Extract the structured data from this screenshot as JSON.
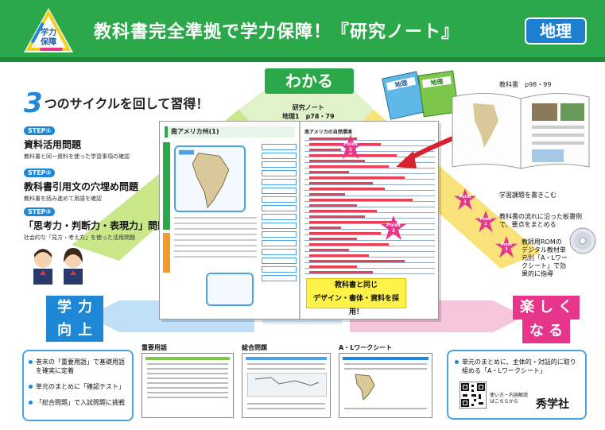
{
  "header": {
    "logo_text": [
      "学力",
      "保障"
    ],
    "title": "教科書完全準拠で学力保障！『研究ノート』",
    "subject": "地理"
  },
  "cycle": {
    "top_label": "わかる",
    "left_label": [
      "学力",
      "向上"
    ],
    "right_label": [
      "楽しく",
      "なる"
    ],
    "heading_number": "3",
    "heading_text": "つのサイクルを回して習得！"
  },
  "steps": [
    {
      "tag": "STEP①",
      "title": "資料活用問題",
      "desc": "教科書と同一資料を使った学習事項の確認"
    },
    {
      "tag": "STEP②",
      "title": "教科書引用文の穴埋め問題",
      "desc": "教科書を読み進めて用語を確認"
    },
    {
      "tag": "STEP③",
      "title": "「思考力・判断力・表現力」問題",
      "desc": "社会的な「見方・考え方」を使った活用問題"
    }
  ],
  "spread": {
    "ref_title": "研究ノート",
    "ref_pages": "地理1　p78・79",
    "left_header": "南アメリカ州(1)",
    "right_header": "南アメリカの自然環境",
    "same_design": [
      "教科書と同じ",
      "デザイン・書体・資料を採用！"
    ],
    "point1": [
      "Point",
      "1"
    ],
    "point2": [
      "Point",
      "2"
    ]
  },
  "textbook": {
    "label": "教科書　p98・99",
    "cover_title": "地理"
  },
  "points": [
    {
      "star": [
        "Point",
        "1"
      ],
      "text": "学習課題を書きこむ"
    },
    {
      "star": [
        "Point",
        "2"
      ],
      "text": "教科書の流れに沿った板書例で、要点をまとめる"
    },
    {
      "star": [
        "Point",
        "3"
      ],
      "text": "教師用ROMのデジタル教材単元別「A・Lワークシート」で効果的に指導"
    }
  ],
  "bottom": {
    "bullets": [
      "巻末の「重要用語」で基礎用語を確実に定着",
      "単元のまとめに「確認テスト」",
      "「総合問題」で入試問題に挑戦"
    ],
    "thumb_labels": [
      "重要用語",
      "総合問題",
      "A・Lワークシート"
    ],
    "right_text": "単元のまとめに、主体的・対話的に取り組める「A・Lワークシート」",
    "qr_note": [
      "使い方・内容解説",
      "はこちらから"
    ],
    "publisher": "秀学社"
  },
  "colors": {
    "green": "#2aa84a",
    "blue": "#1e88d6",
    "pink": "#e6358a",
    "yellow": "#fff34a"
  }
}
